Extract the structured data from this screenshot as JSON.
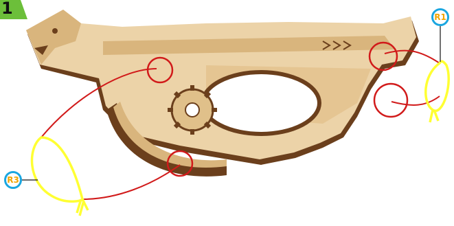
{
  "step_number": "1",
  "callouts": [
    {
      "id": "r1",
      "label": "R1"
    },
    {
      "id": "r3",
      "label": "R3"
    }
  ],
  "colors": {
    "wood_light": "#ecd3a8",
    "wood_mid": "#d9b57d",
    "wood_dark": "#6b3f1c",
    "rubber_band": "#ffff33",
    "guide_line": "#d11a1a",
    "badge_green": "#6cbf3a",
    "callout_ring": "#1aa6e0",
    "callout_text": "#f0a400"
  },
  "icons": [
    "crossbow-model-icon",
    "rubber-band-icon",
    "highlight-circle-icon"
  ]
}
